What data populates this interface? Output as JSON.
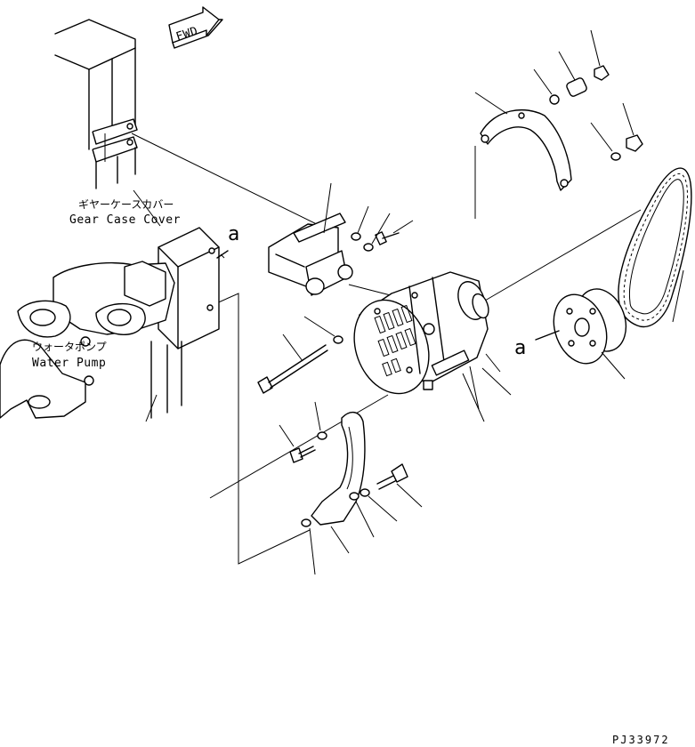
{
  "direction_arrow": {
    "label": "FWD"
  },
  "labels": {
    "gear_case_cover_jp": "ギヤーケースカバー",
    "gear_case_cover_en": "Gear Case Cover",
    "water_pump_jp": "ウォータポンプ",
    "water_pump_en": "Water Pump",
    "ref_a_left": "a",
    "ref_a_right": "a"
  },
  "drawing_code": "PJ33972"
}
